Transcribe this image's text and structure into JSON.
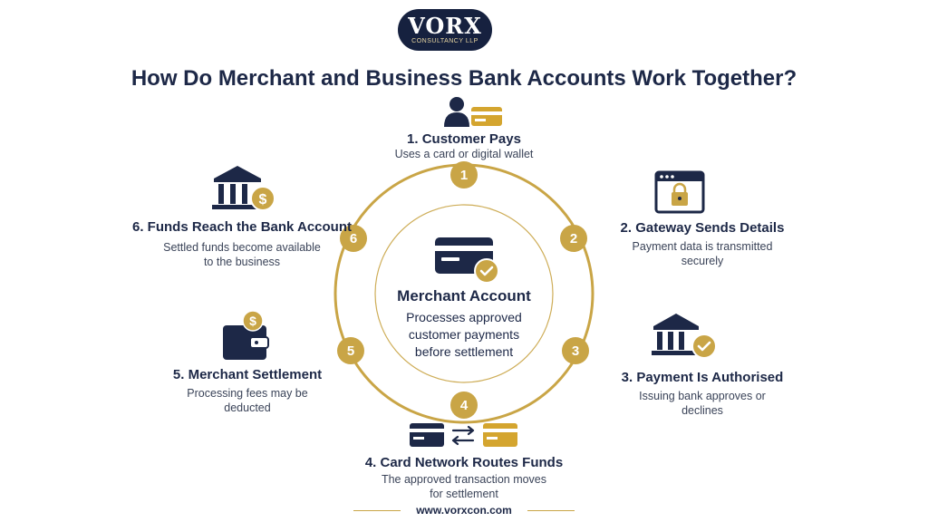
{
  "brand": {
    "logo_main": "VORX",
    "logo_sub": "CONSULTANCY LLP"
  },
  "title": "How Do Merchant and Business Bank Accounts Work Together?",
  "center": {
    "title": "Merchant Account",
    "desc_line1": "Processes approved",
    "desc_line2": "customer payments",
    "desc_line3": "before settlement"
  },
  "steps": [
    {
      "number": "1",
      "title": "1. Customer Pays",
      "desc_line1": "Uses a card or digital wallet",
      "desc_line2": ""
    },
    {
      "number": "2",
      "title": "2. Gateway Sends Details",
      "desc_line1": "Payment data is transmitted",
      "desc_line2": "securely"
    },
    {
      "number": "3",
      "title": "3. Payment Is Authorised",
      "desc_line1": "Issuing bank approves or",
      "desc_line2": "declines"
    },
    {
      "number": "4",
      "title": "4. Card Network Routes Funds",
      "desc_line1": "The approved transaction moves",
      "desc_line2": "for settlement"
    },
    {
      "number": "5",
      "title": "5. Merchant Settlement",
      "desc_line1": "Processing fees may be",
      "desc_line2": "deducted"
    },
    {
      "number": "6",
      "title": "6. Funds Reach the Bank Account",
      "desc_line1": "Settled funds become available",
      "desc_line2": "to the business"
    }
  ],
  "footer": {
    "url": "www.vorxcon.com"
  },
  "colors": {
    "navy": "#1d2847",
    "gold": "#c9a546",
    "gold_dark": "#b8912c",
    "text": "#3a4358"
  }
}
